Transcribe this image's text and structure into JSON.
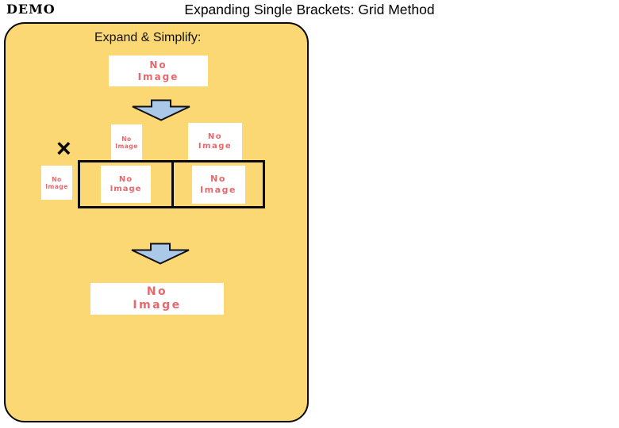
{
  "header": {
    "demo_label": "DEMO",
    "title": "Expanding Single Brackets: Grid Method"
  },
  "slide": {
    "heading": "Expand & Simplify:",
    "multiply_sign": "×",
    "colors": {
      "panel_background": "#FBD873",
      "panel_border": "#0A0A0A",
      "arrow_fill": "#AAC8E8",
      "arrow_stroke": "#111111",
      "placeholder_background": "#FFFFFF",
      "placeholder_text": "#E5696D",
      "grid_border": "#0A0A0A"
    },
    "arrows": [
      {
        "name": "down-arrow-top",
        "direction": "down"
      },
      {
        "name": "down-arrow-bottom",
        "direction": "down"
      }
    ],
    "placeholders": {
      "expression": {
        "line1": "No",
        "line2": "Image"
      },
      "col_header_1": {
        "line1": "No",
        "line2": "Image"
      },
      "col_header_2": {
        "line1": "No",
        "line2": "Image"
      },
      "row_header": {
        "line1": "No",
        "line2": "Image"
      },
      "cell_1": {
        "line1": "No",
        "line2": "Image"
      },
      "cell_2": {
        "line1": "No",
        "line2": "Image"
      },
      "result": {
        "line1": "No",
        "line2": "Image"
      }
    }
  }
}
